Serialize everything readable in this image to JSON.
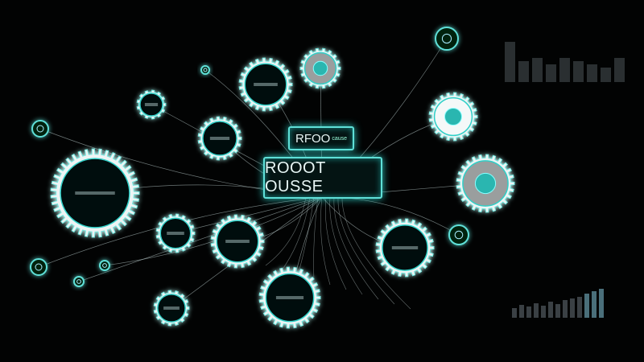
{
  "diagram": {
    "center_label": "ROOOT OUSSE",
    "top_label": "RFOO",
    "top_label_suffix": "cause",
    "colors": {
      "background": "#020303",
      "glow": "#3fd6cf",
      "gear": "#f2f6f6",
      "gear_fill": "#0a0a0a",
      "box_border": "#5fe0d8"
    }
  }
}
